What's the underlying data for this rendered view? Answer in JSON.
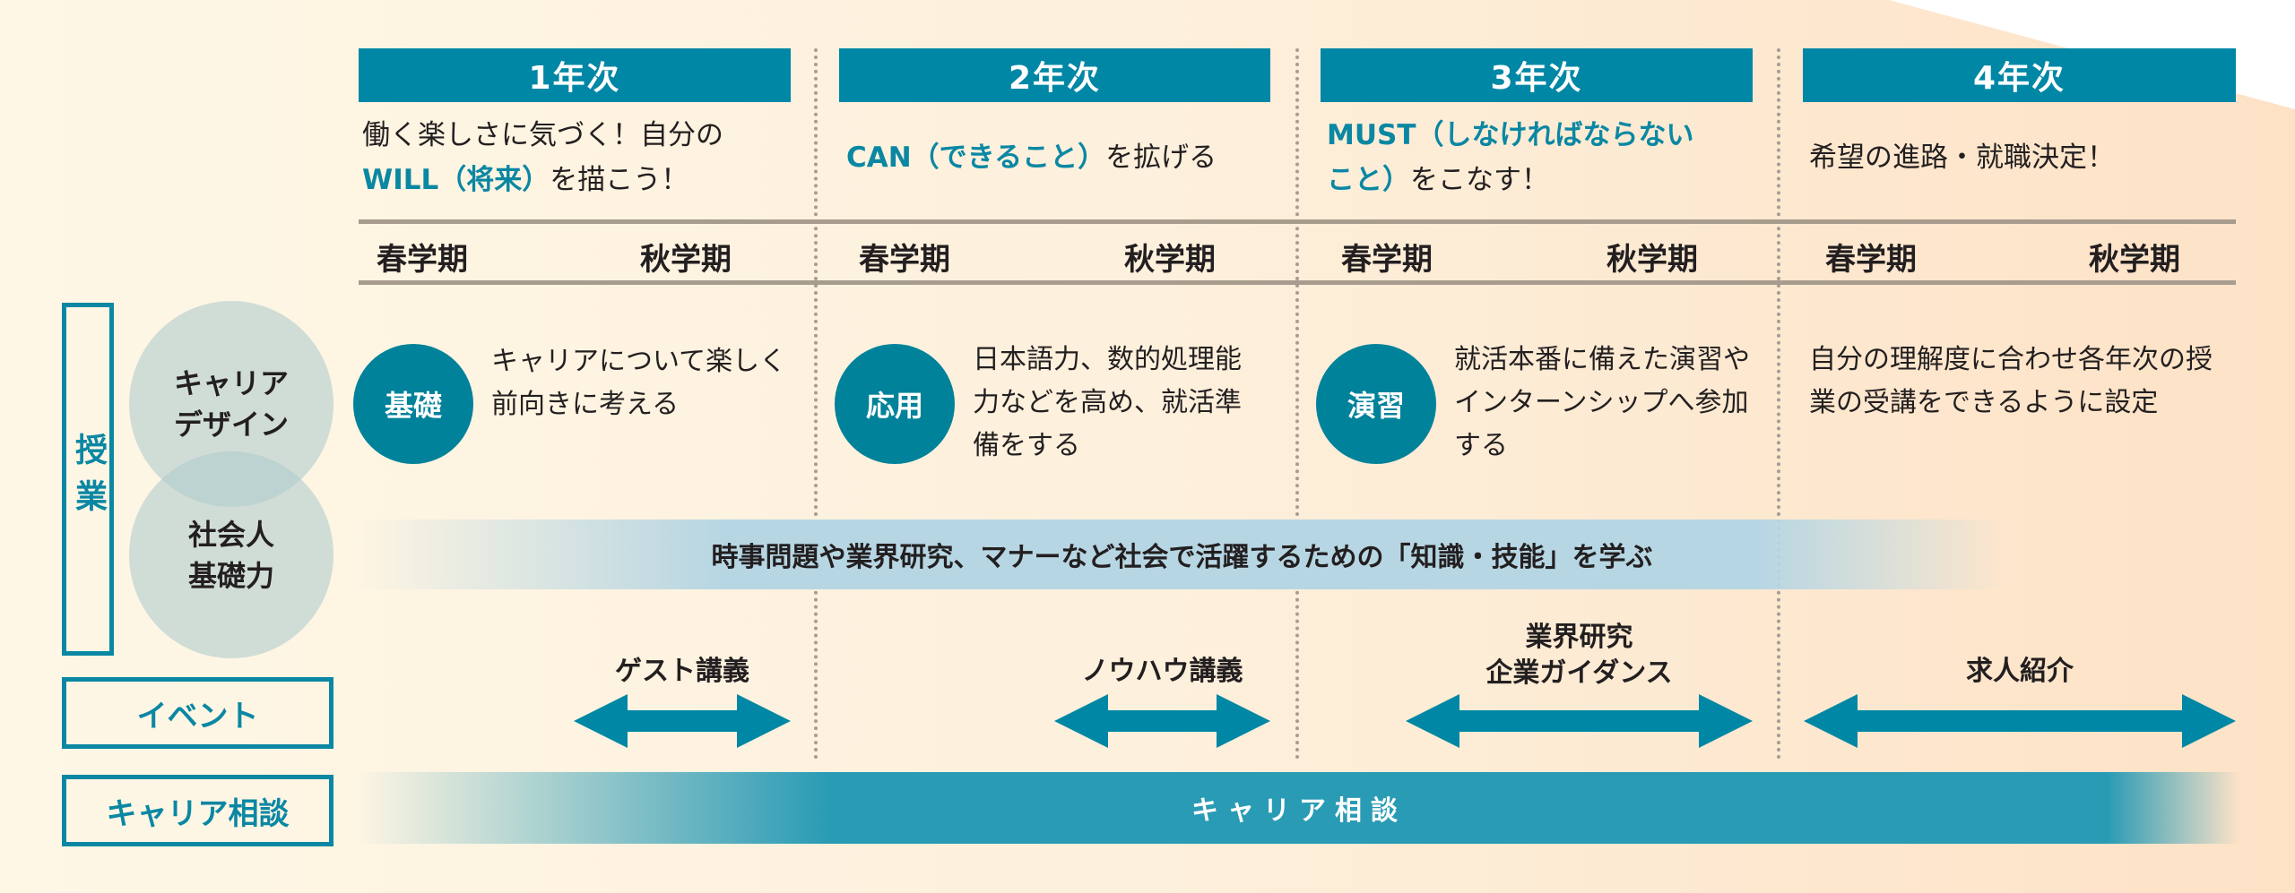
{
  "years": [
    {
      "label": "1年次",
      "subtitle_parts": [
        "働く楽しさに気づく！自分の",
        "WILL（将来）",
        "を描こう！"
      ]
    },
    {
      "label": "2年次",
      "subtitle_parts": [
        "CAN（できること）",
        "を拡げる"
      ]
    },
    {
      "label": "3年次",
      "subtitle_parts": [
        "MUST（しなければならない",
        "こと）",
        "をこなす！"
      ]
    },
    {
      "label": "4年次",
      "subtitle_parts": [
        "希望の進路・就職決定！"
      ]
    }
  ],
  "semesters": {
    "spring": "春学期",
    "autumn": "秋学期"
  },
  "left": {
    "class": "授業",
    "career_design": "キャリアデザイン",
    "shakaijin": "社会人基礎力",
    "event": "イベント",
    "career_consult": "キャリア相談"
  },
  "courses": [
    {
      "badge": "基礎",
      "desc": "キャリアについて楽しく前向きに考える"
    },
    {
      "badge": "応用",
      "desc": "日本語力、数的処理能力などを高め、就活準備をする"
    },
    {
      "badge": "演習",
      "desc": "就活本番に備えた演習やインターンシップへ参加する"
    },
    {
      "desc": "自分の理解度に合わせ各年次の授業の受講をできるように設定"
    }
  ],
  "banner": "時事問題や業界研究、マナーなど社会で活躍するための「知識・技能」を学ぶ",
  "events": [
    {
      "label": "ゲスト講義"
    },
    {
      "label": "ノウハウ講義"
    },
    {
      "label": "業界研究\n企業ガイダンス"
    },
    {
      "label": "求人紹介"
    }
  ],
  "career_bar": "キャリア相談",
  "colors": {
    "teal": "#0087a5",
    "text": "#231f20"
  }
}
